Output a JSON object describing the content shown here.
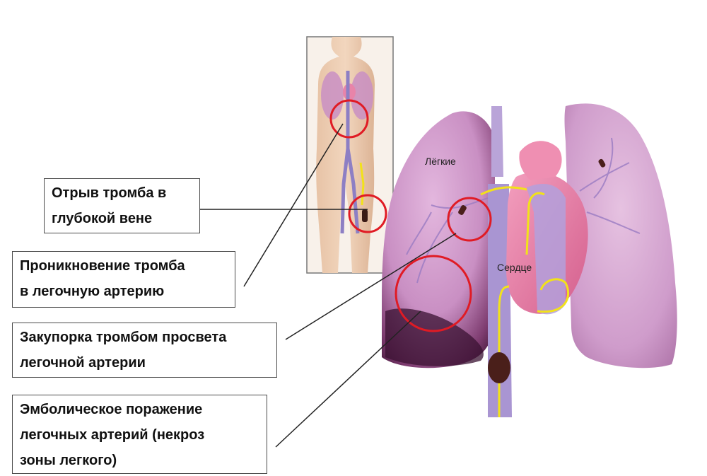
{
  "labels": {
    "deep_vein": [
      "Отрыв тромба в",
      "глубокой вене"
    ],
    "pulmonary_entry": [
      "Проникновение тромба",
      "в легочную артерию"
    ],
    "occlusion": [
      "Закупорка тромбом просвета",
      "легочной артерии"
    ],
    "embolic_lesion": [
      "Эмболическое поражение",
      "легочных артерий (некроз",
      "зоны легкого)"
    ]
  },
  "organs": {
    "lungs": "Лёгкие",
    "heart": "Сердце"
  },
  "colors": {
    "lung": "#c98fc3",
    "lung_dark": "#5e2a52",
    "vessel": "#b9a4d8",
    "heart": "#e884a9",
    "circle": "#e01b24",
    "arrow": "#f2e21a",
    "clot": "#4a1f1a"
  }
}
